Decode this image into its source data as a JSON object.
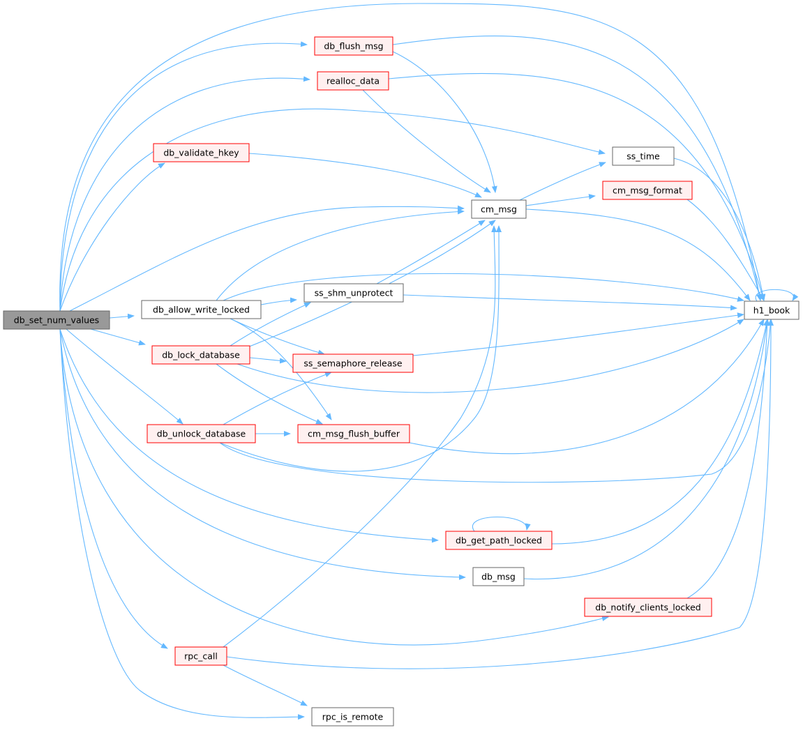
{
  "diagram": {
    "type": "call-graph",
    "colors": {
      "edge": "#63b8ff",
      "root_fill": "#999999",
      "root_stroke": "#666666",
      "node_fill": "#ffffff",
      "node_stroke": "#666666",
      "truncated_fill": "#fff0f0",
      "truncated_stroke": "#ff0000",
      "text": "#000000"
    },
    "nodes": [
      {
        "id": "db_set_num_values",
        "label": "db_set_num_values",
        "style": "root"
      },
      {
        "id": "db_flush_msg",
        "label": "db_flush_msg",
        "style": "truncated"
      },
      {
        "id": "realloc_data",
        "label": "realloc_data",
        "style": "truncated"
      },
      {
        "id": "db_validate_hkey",
        "label": "db_validate_hkey",
        "style": "truncated"
      },
      {
        "id": "ss_time",
        "label": "ss_time",
        "style": "normal"
      },
      {
        "id": "cm_msg_format",
        "label": "cm_msg_format",
        "style": "truncated"
      },
      {
        "id": "cm_msg",
        "label": "cm_msg",
        "style": "normal"
      },
      {
        "id": "db_allow_write_locked",
        "label": "db_allow_write_locked",
        "style": "normal"
      },
      {
        "id": "ss_shm_unprotect",
        "label": "ss_shm_unprotect",
        "style": "normal"
      },
      {
        "id": "h1_book",
        "label": "h1_book",
        "style": "normal"
      },
      {
        "id": "db_lock_database",
        "label": "db_lock_database",
        "style": "truncated"
      },
      {
        "id": "ss_semaphore_release",
        "label": "ss_semaphore_release",
        "style": "truncated"
      },
      {
        "id": "db_unlock_database",
        "label": "db_unlock_database",
        "style": "truncated"
      },
      {
        "id": "cm_msg_flush_buffer",
        "label": "cm_msg_flush_buffer",
        "style": "truncated"
      },
      {
        "id": "db_get_path_locked",
        "label": "db_get_path_locked",
        "style": "truncated"
      },
      {
        "id": "db_msg",
        "label": "db_msg",
        "style": "normal"
      },
      {
        "id": "db_notify_clients_locked",
        "label": "db_notify_clients_locked",
        "style": "truncated"
      },
      {
        "id": "rpc_call",
        "label": "rpc_call",
        "style": "truncated"
      },
      {
        "id": "rpc_is_remote",
        "label": "rpc_is_remote",
        "style": "normal"
      }
    ],
    "edges": [
      {
        "from": "db_set_num_values",
        "to": "db_flush_msg"
      },
      {
        "from": "db_set_num_values",
        "to": "h1_book"
      },
      {
        "from": "db_set_num_values",
        "to": "realloc_data"
      },
      {
        "from": "db_set_num_values",
        "to": "ss_time"
      },
      {
        "from": "db_set_num_values",
        "to": "db_validate_hkey"
      },
      {
        "from": "db_set_num_values",
        "to": "cm_msg"
      },
      {
        "from": "db_set_num_values",
        "to": "db_allow_write_locked"
      },
      {
        "from": "db_set_num_values",
        "to": "db_lock_database"
      },
      {
        "from": "db_set_num_values",
        "to": "db_unlock_database"
      },
      {
        "from": "db_set_num_values",
        "to": "db_get_path_locked"
      },
      {
        "from": "db_set_num_values",
        "to": "db_msg"
      },
      {
        "from": "db_set_num_values",
        "to": "db_notify_clients_locked"
      },
      {
        "from": "db_set_num_values",
        "to": "rpc_call"
      },
      {
        "from": "db_set_num_values",
        "to": "rpc_is_remote"
      },
      {
        "from": "db_flush_msg",
        "to": "cm_msg"
      },
      {
        "from": "db_flush_msg",
        "to": "h1_book"
      },
      {
        "from": "realloc_data",
        "to": "cm_msg"
      },
      {
        "from": "realloc_data",
        "to": "h1_book"
      },
      {
        "from": "db_validate_hkey",
        "to": "cm_msg"
      },
      {
        "from": "cm_msg",
        "to": "ss_time"
      },
      {
        "from": "cm_msg",
        "to": "cm_msg_format"
      },
      {
        "from": "cm_msg",
        "to": "h1_book"
      },
      {
        "from": "ss_time",
        "to": "h1_book"
      },
      {
        "from": "cm_msg_format",
        "to": "h1_book"
      },
      {
        "from": "h1_book",
        "to": "h1_book"
      },
      {
        "from": "db_allow_write_locked",
        "to": "cm_msg"
      },
      {
        "from": "db_allow_write_locked",
        "to": "h1_book"
      },
      {
        "from": "db_allow_write_locked",
        "to": "ss_shm_unprotect"
      },
      {
        "from": "db_allow_write_locked",
        "to": "ss_semaphore_release"
      },
      {
        "from": "db_allow_write_locked",
        "to": "cm_msg_flush_buffer"
      },
      {
        "from": "ss_shm_unprotect",
        "to": "cm_msg"
      },
      {
        "from": "ss_shm_unprotect",
        "to": "h1_book"
      },
      {
        "from": "db_lock_database",
        "to": "cm_msg"
      },
      {
        "from": "db_lock_database",
        "to": "ss_shm_unprotect"
      },
      {
        "from": "db_lock_database",
        "to": "ss_semaphore_release"
      },
      {
        "from": "db_lock_database",
        "to": "h1_book"
      },
      {
        "from": "db_lock_database",
        "to": "cm_msg_flush_buffer"
      },
      {
        "from": "ss_semaphore_release",
        "to": "h1_book"
      },
      {
        "from": "db_unlock_database",
        "to": "ss_semaphore_release"
      },
      {
        "from": "db_unlock_database",
        "to": "cm_msg_flush_buffer"
      },
      {
        "from": "db_unlock_database",
        "to": "cm_msg"
      },
      {
        "from": "db_unlock_database",
        "to": "h1_book"
      },
      {
        "from": "cm_msg_flush_buffer",
        "to": "h1_book"
      },
      {
        "from": "db_get_path_locked",
        "to": "db_get_path_locked"
      },
      {
        "from": "db_get_path_locked",
        "to": "h1_book"
      },
      {
        "from": "db_msg",
        "to": "h1_book"
      },
      {
        "from": "db_notify_clients_locked",
        "to": "h1_book"
      },
      {
        "from": "rpc_call",
        "to": "cm_msg"
      },
      {
        "from": "rpc_call",
        "to": "h1_book"
      },
      {
        "from": "rpc_call",
        "to": "rpc_is_remote"
      }
    ]
  }
}
